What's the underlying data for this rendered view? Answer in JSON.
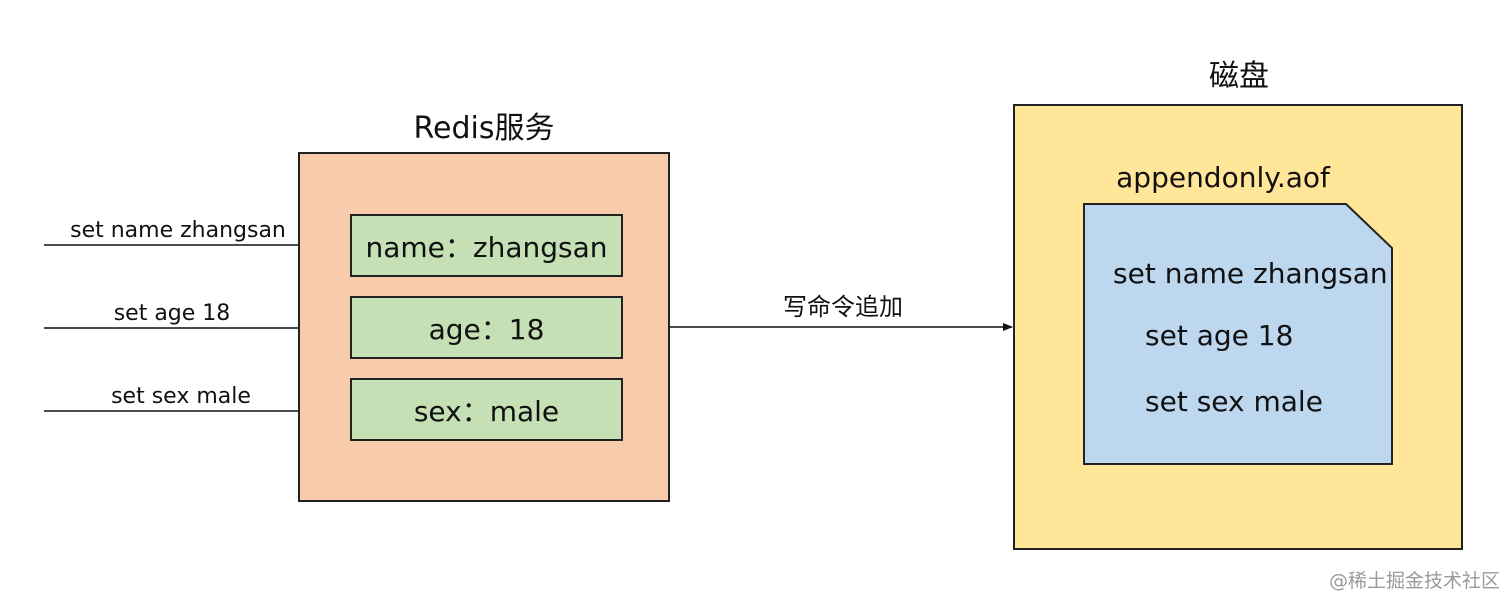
{
  "redis_service": {
    "title": "Redis服务",
    "entries": [
      {
        "label": "name：zhangsan"
      },
      {
        "label": "age：18"
      },
      {
        "label": "sex：male"
      }
    ]
  },
  "incoming_commands": [
    {
      "label": "set name zhangsan"
    },
    {
      "label": "set age 18"
    },
    {
      "label": "set sex male"
    }
  ],
  "append_arrow": {
    "label": "写命令追加"
  },
  "disk": {
    "title": "磁盘",
    "file": {
      "name": "appendonly.aof",
      "lines": [
        "set name zhangsan",
        "set age 18",
        "set sex male"
      ]
    }
  },
  "watermark": "@稀土掘金技术社区",
  "colors": {
    "redis_box": "#f8cbad",
    "entry_box": "#c5e0b4",
    "disk_box": "#ffe699",
    "file_doc": "#bdd7ee",
    "stroke": "#222222"
  }
}
